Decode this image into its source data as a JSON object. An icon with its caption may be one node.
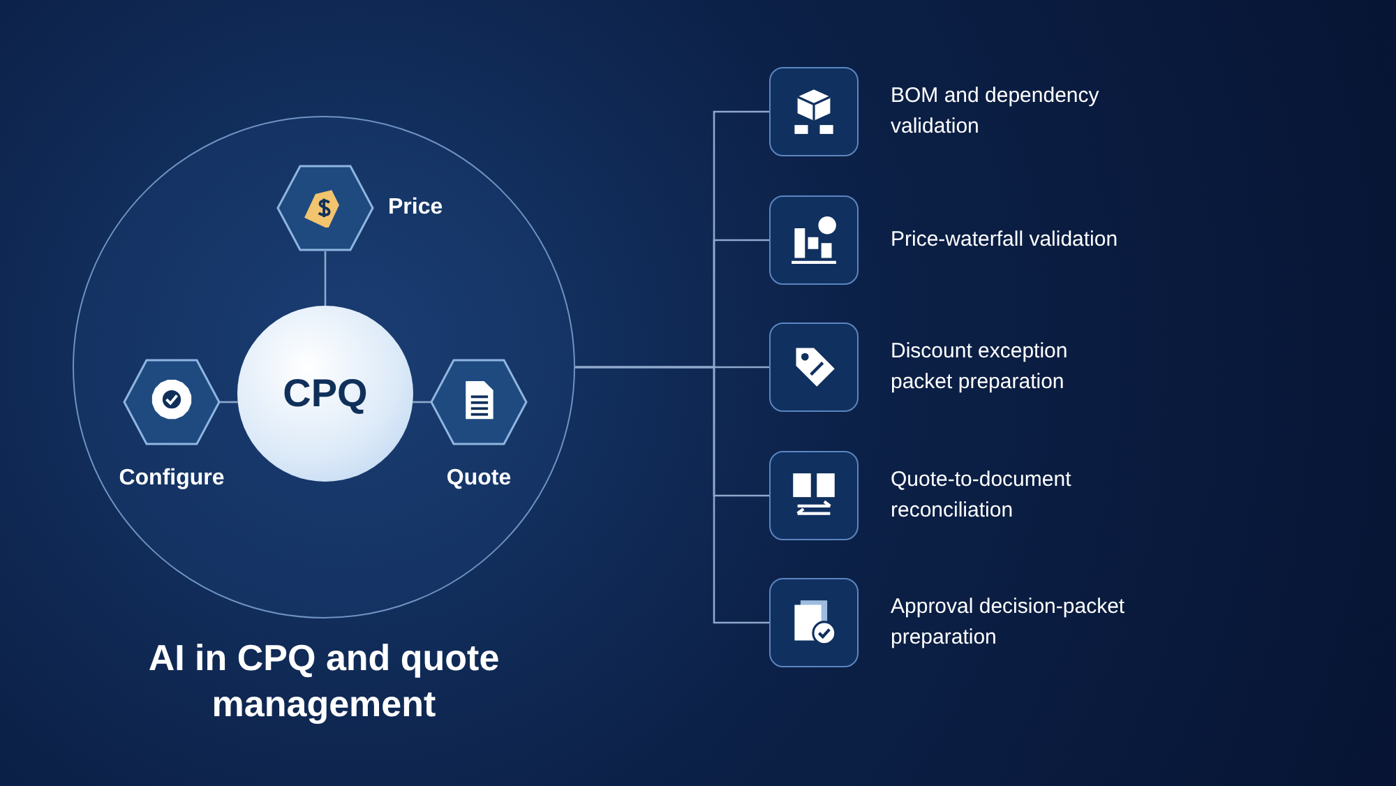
{
  "diagram": {
    "title": "AI in CPQ and quote management",
    "nodes": [
      {
        "text": [],
        "shape": "circle"
      },
      {
        "text": [
          "Price"
        ],
        "in": 0
      },
      {
        "text": [
          "CPQ"
        ],
        "in": 0
      },
      {
        "text": [
          "Configure"
        ],
        "in": 0
      },
      {
        "text": [
          "Quote"
        ],
        "in": 0
      },
      {
        "text": [
          "BOM and dependency validation"
        ]
      },
      {
        "text": [
          "Price-waterfall validation"
        ]
      },
      {
        "text": [
          "Discount exception packet preparation"
        ]
      },
      {
        "text": [
          "Quote-to-document reconciliation"
        ]
      },
      {
        "text": [
          "Approval decision-packet preparation"
        ]
      }
    ],
    "edges": [
      {
        "from": 1,
        "to": 2,
        "arrow": "none"
      },
      {
        "from": 3,
        "to": 2,
        "arrow": "none"
      },
      {
        "from": 2,
        "to": 4,
        "arrow": "none"
      },
      {
        "from": 0,
        "to": 5,
        "arrow": "none"
      },
      {
        "from": 0,
        "to": 6,
        "arrow": "none"
      },
      {
        "from": 0,
        "to": 7,
        "arrow": "none"
      },
      {
        "from": 0,
        "to": 8,
        "arrow": "none"
      },
      {
        "from": 0,
        "to": 9,
        "arrow": "none"
      }
    ]
  }
}
